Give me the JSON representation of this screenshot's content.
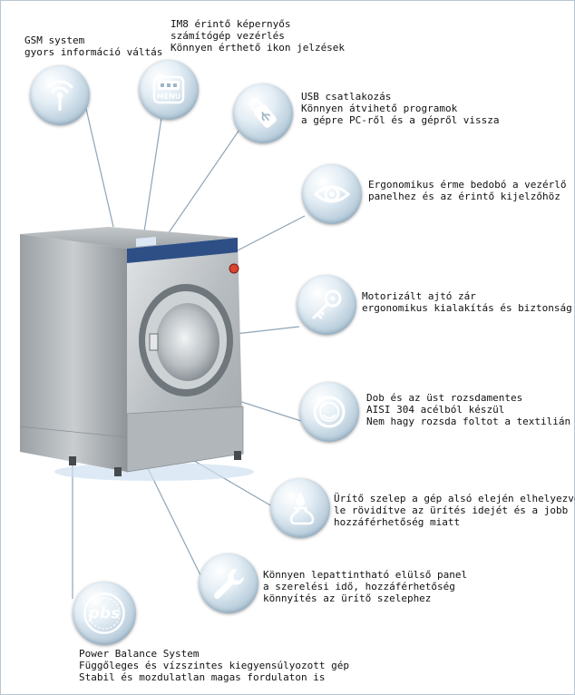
{
  "features": {
    "gsm": {
      "icon": "signal-icon",
      "lines": [
        "GSM system",
        "gyors információ váltás"
      ]
    },
    "menu": {
      "icon": "menu-screen-icon",
      "icon_text": "MENU",
      "lines": [
        "IM8 érintő képernyős",
        "számítógép vezérlés",
        "Könnyen érthető ikon jelzések"
      ]
    },
    "usb": {
      "icon": "usb-icon",
      "lines": [
        "USB csatlakozás",
        "Könnyen átvihető programok",
        "a gépre PC-ről és a gépről vissza"
      ]
    },
    "ergo": {
      "icon": "eye-icon",
      "lines": [
        "Ergonomikus érme bedobó a vezérlő",
        "panelhez és az érintő kijelzőhöz"
      ]
    },
    "door": {
      "icon": "key-icon",
      "lines": [
        "Motorizált ajtó zár",
        "ergonomikus kialakítás és biztonság"
      ]
    },
    "drum": {
      "icon": "drum-icon",
      "lines": [
        "Dob és az üst rozsdamentes",
        "AISI 304 acélból készül",
        "Nem hagy rozsda foltot a textilián"
      ]
    },
    "drain": {
      "icon": "drop-flask-icon",
      "lines": [
        "Ürítő szelep a gép alsó elején elhelyezve",
        "le rövidítve az ürítés idejét és a jobb",
        "hozzáférhetőség miatt"
      ]
    },
    "panel": {
      "icon": "wrench-icon",
      "lines": [
        "Könnyen lepattintható elülső panel",
        "a szerelési idő,  hozzáférhetőség",
        "könnyítés az ürítő szelephez"
      ]
    },
    "pbs": {
      "icon": "pbs-logo-icon",
      "icon_text": "pbs",
      "lines": [
        "Power Balance System",
        "Függőleges és vízszintes kiegyensúlyozott gép",
        "Stabil és mozdulatlan magas fordulaton is"
      ]
    }
  },
  "colors": {
    "line": "#8ea4b6",
    "icon_glyph": "#ffffff",
    "steel_light": "#d8dbdd",
    "steel_dark": "#8d9397",
    "panel_blue": "#2e4f86"
  }
}
